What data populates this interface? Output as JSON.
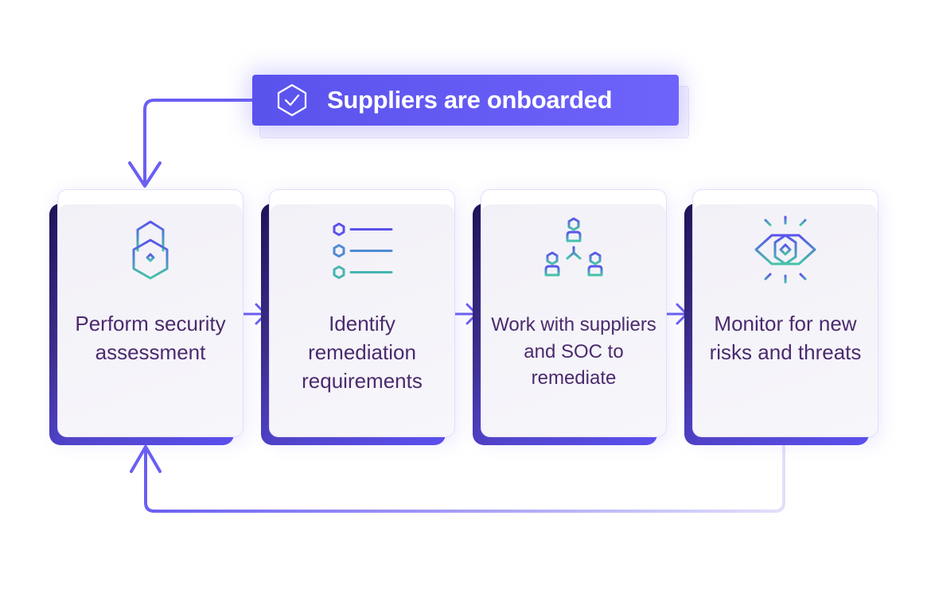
{
  "banner": {
    "label": "Suppliers are onboarded",
    "icon": "hexagon-check-icon",
    "color": "#5f57f1"
  },
  "steps": [
    {
      "icon": "hexagon-lock-icon",
      "label": "Perform security assessment"
    },
    {
      "icon": "hexagon-checklist-icon",
      "label": "Identify remediation requirements"
    },
    {
      "icon": "people-hierarchy-icon",
      "label": "Work with suppliers and SOC to remediate"
    },
    {
      "icon": "eye-monitor-icon",
      "label": "Monitor for new risks and threats"
    }
  ],
  "colors": {
    "text": "#4b2a6e",
    "arrow": "#6a5ff2",
    "icon_top": "#5a52ec",
    "icon_bottom": "#46c4a8"
  }
}
